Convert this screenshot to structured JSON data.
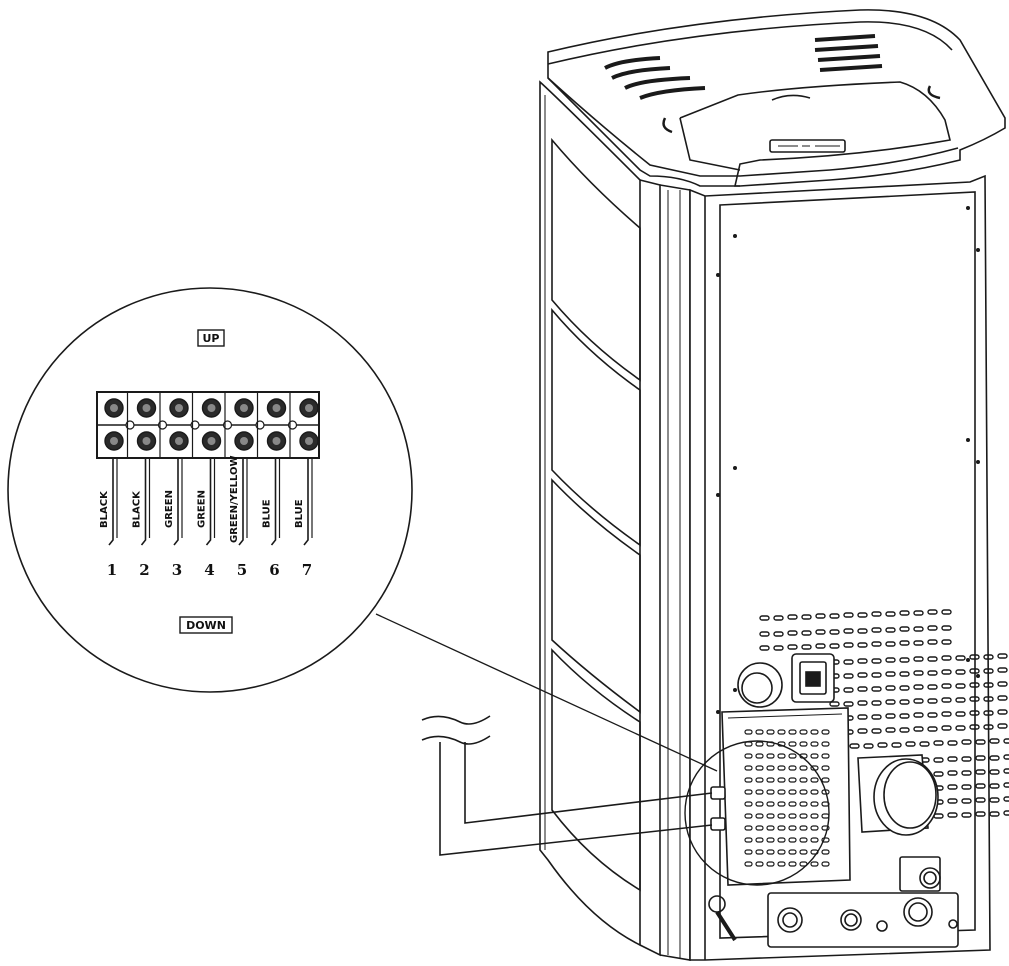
{
  "diagram": {
    "inset": {
      "up_label": "UP",
      "down_label": "DOWN",
      "terminals": [
        {
          "number": "1",
          "wire": "BLACK"
        },
        {
          "number": "2",
          "wire": "BLACK"
        },
        {
          "number": "3",
          "wire": "GREEN"
        },
        {
          "number": "4",
          "wire": "GREEN"
        },
        {
          "number": "5",
          "wire": "GREEN/YELLOW"
        },
        {
          "number": "6",
          "wire": "BLUE"
        },
        {
          "number": "7",
          "wire": "BLUE"
        }
      ]
    },
    "colors": {
      "line": "#1a1a1a",
      "background": "#ffffff"
    }
  }
}
